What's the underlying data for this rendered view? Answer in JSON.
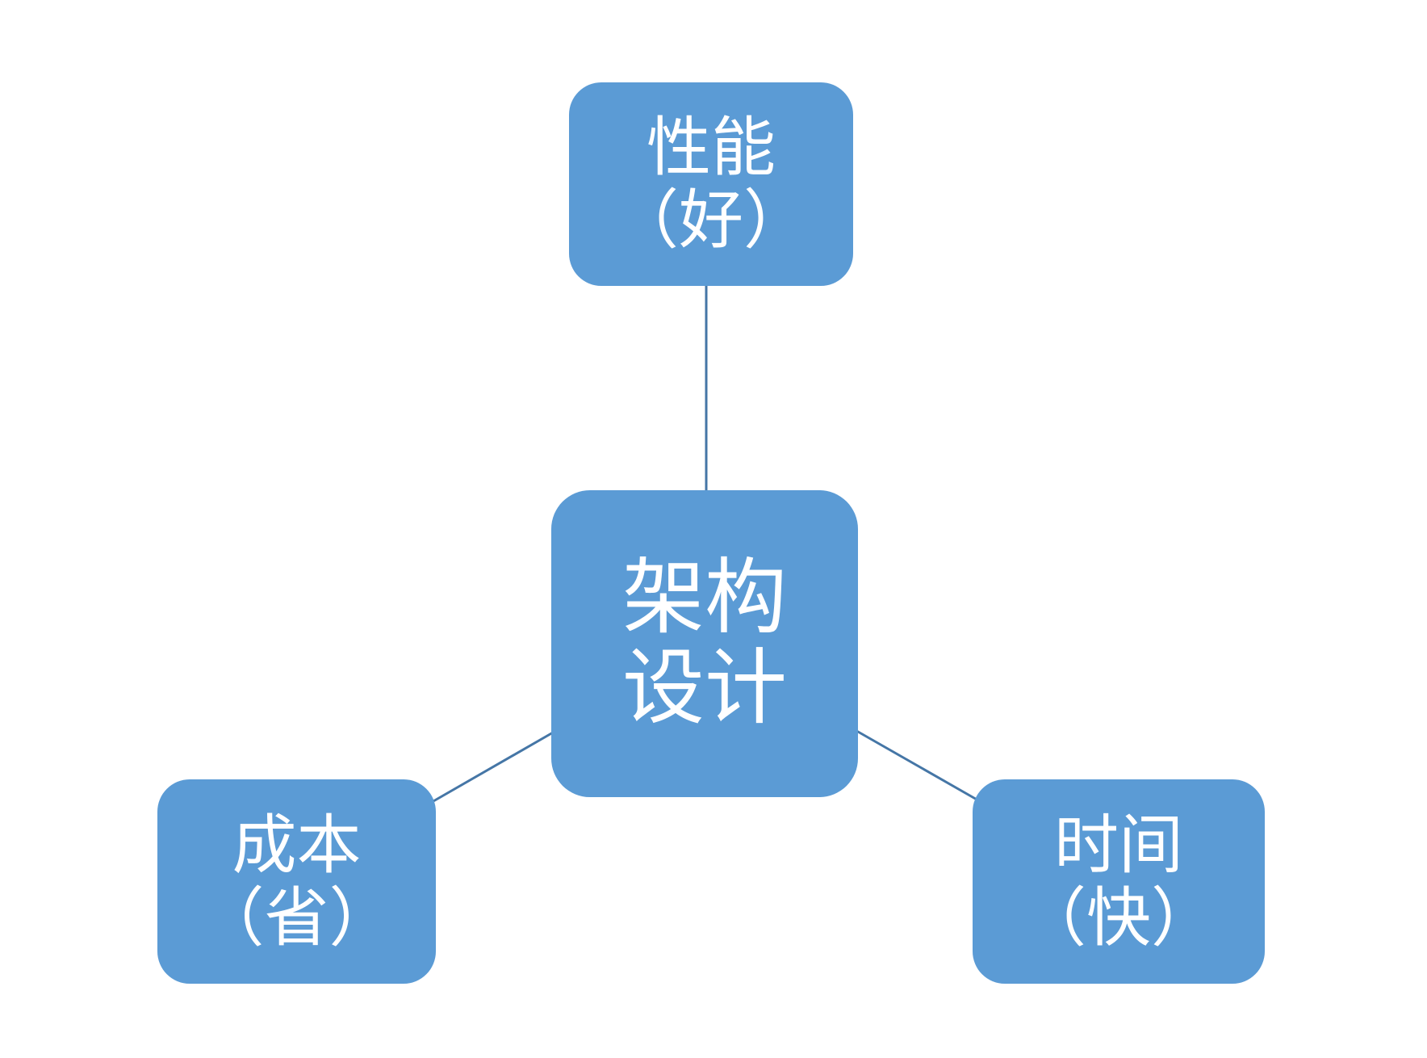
{
  "diagram": {
    "type": "radial-diagram",
    "colors": {
      "background": "#FFFFFF",
      "node_fill": "#5B9BD5",
      "connector": "#4576A6",
      "text": "#FFFFFF"
    },
    "center_node": {
      "id": "architecture",
      "label": "架构设计",
      "lines": [
        "架构",
        "设计"
      ]
    },
    "satellite_nodes": [
      {
        "id": "performance",
        "label": "性能（好）",
        "lines": [
          "性能",
          "（好）"
        ]
      },
      {
        "id": "cost",
        "label": "成本（省）",
        "lines": [
          "成本",
          "（省）"
        ]
      },
      {
        "id": "time",
        "label": "时间（快）",
        "lines": [
          "时间",
          "（快）"
        ]
      }
    ],
    "connectors": [
      {
        "from": "architecture",
        "to": "performance"
      },
      {
        "from": "architecture",
        "to": "cost"
      },
      {
        "from": "architecture",
        "to": "time"
      }
    ]
  }
}
